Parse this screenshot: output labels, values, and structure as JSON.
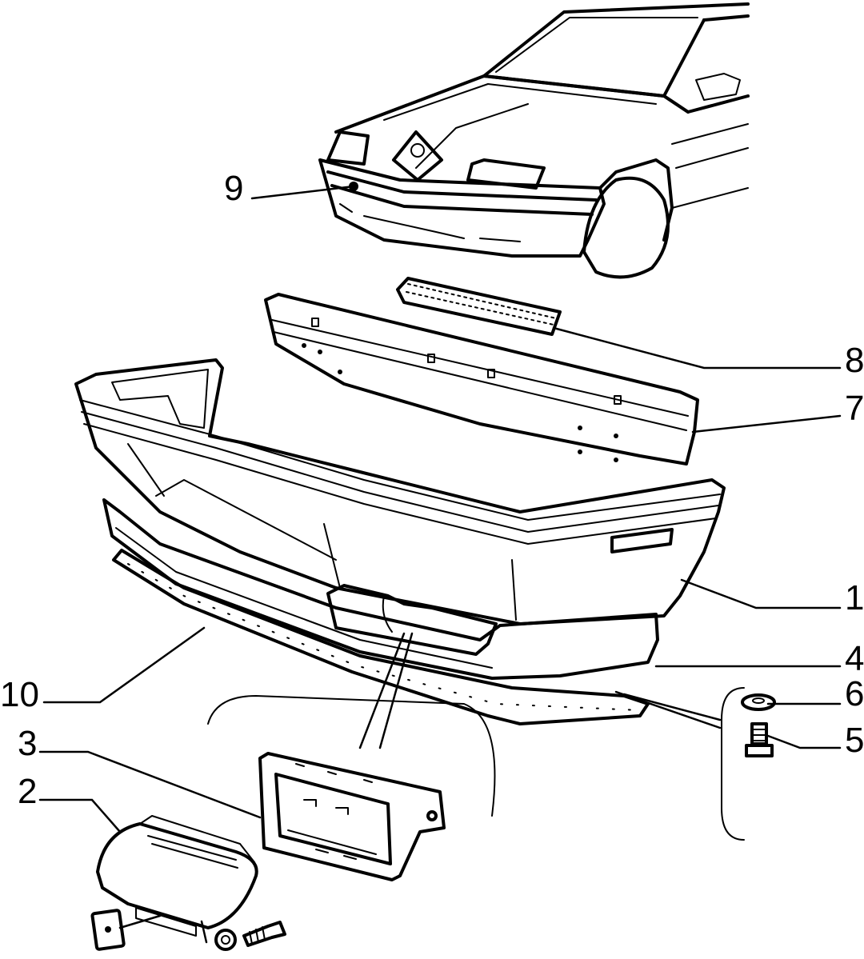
{
  "diagram": {
    "type": "exploded-parts-view",
    "callouts": [
      {
        "label": "1",
        "part": "bumper-shell"
      },
      {
        "label": "2",
        "part": "tow-hook-cover"
      },
      {
        "label": "3",
        "part": "tow-hook-bracket"
      },
      {
        "label": "4",
        "part": "lower-spoiler"
      },
      {
        "label": "5",
        "part": "bolt"
      },
      {
        "label": "6",
        "part": "washer"
      },
      {
        "label": "7",
        "part": "bumper-reinforcement"
      },
      {
        "label": "8",
        "part": "foam-absorber"
      },
      {
        "label": "9",
        "part": "car-front-assembly"
      },
      {
        "label": "10",
        "part": "lower-trim-strip"
      }
    ]
  }
}
